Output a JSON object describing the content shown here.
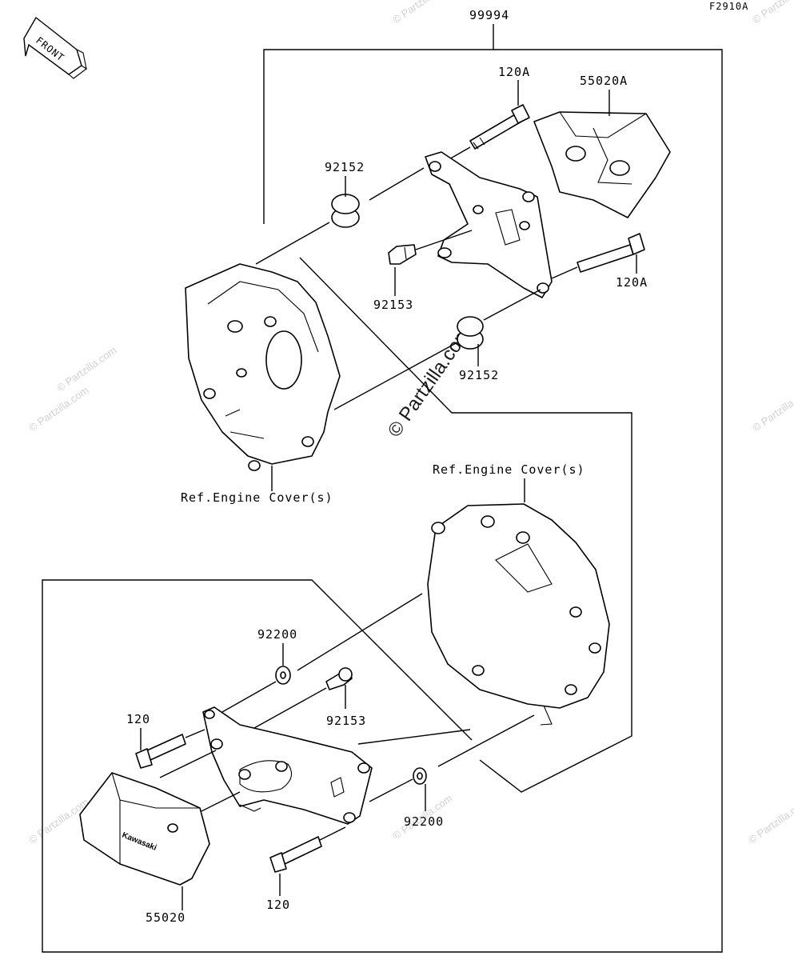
{
  "diagram": {
    "figure_code": "F2910A",
    "front_label": "FRONT",
    "watermark_center": "© Partzilla.com",
    "watermark_small": "© Partzilla.com",
    "labels": {
      "kit": "99994",
      "bolt_upper_top": "120A",
      "slider_right": "55020A",
      "collar_upper": "92152",
      "bolt_upper_right": "120A",
      "screw_upper": "92153",
      "collar_lower": "92152",
      "ref_cover_left": "Ref.Engine Cover(s)",
      "ref_cover_right": "Ref.Engine Cover(s)",
      "washer_upper": "92200",
      "screw_lower": "92153",
      "bolt_lower_left": "120",
      "washer_lower": "92200",
      "slider_left": "55020",
      "bolt_lower": "120"
    },
    "brand_mark": "Kawasaki"
  }
}
